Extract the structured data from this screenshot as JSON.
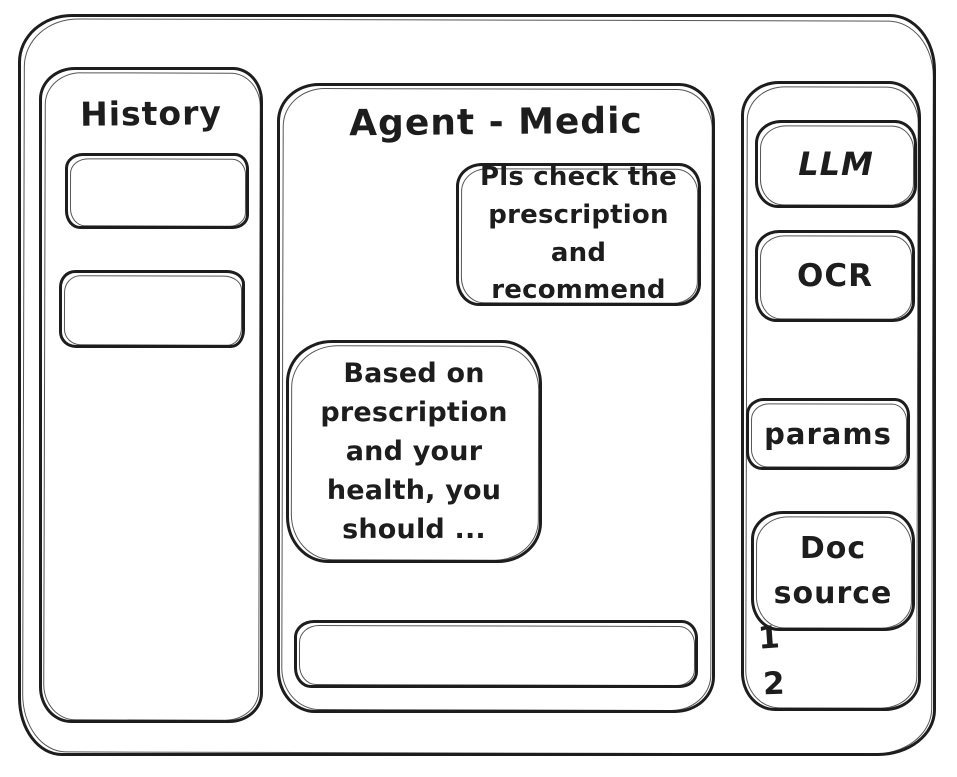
{
  "window": {
    "stroke_color": "#1d1d1d",
    "background_color": "#ffffff"
  },
  "history_panel": {
    "title": "History",
    "items": [
      {
        "label": ""
      },
      {
        "label": ""
      }
    ]
  },
  "chat_panel": {
    "title": "Agent - Medic",
    "messages": [
      {
        "role": "user",
        "text": "Pls check the prescription and recommend"
      },
      {
        "role": "assistant",
        "text": "Based on prescription and your health, you should ..."
      }
    ],
    "input": {
      "value": "",
      "placeholder": ""
    }
  },
  "tools_panel": {
    "buttons": [
      {
        "label": "LLM"
      },
      {
        "label": "OCR"
      },
      {
        "label": "params"
      },
      {
        "label": "Doc source"
      }
    ],
    "doc_source_items": [
      "1",
      "2"
    ]
  }
}
